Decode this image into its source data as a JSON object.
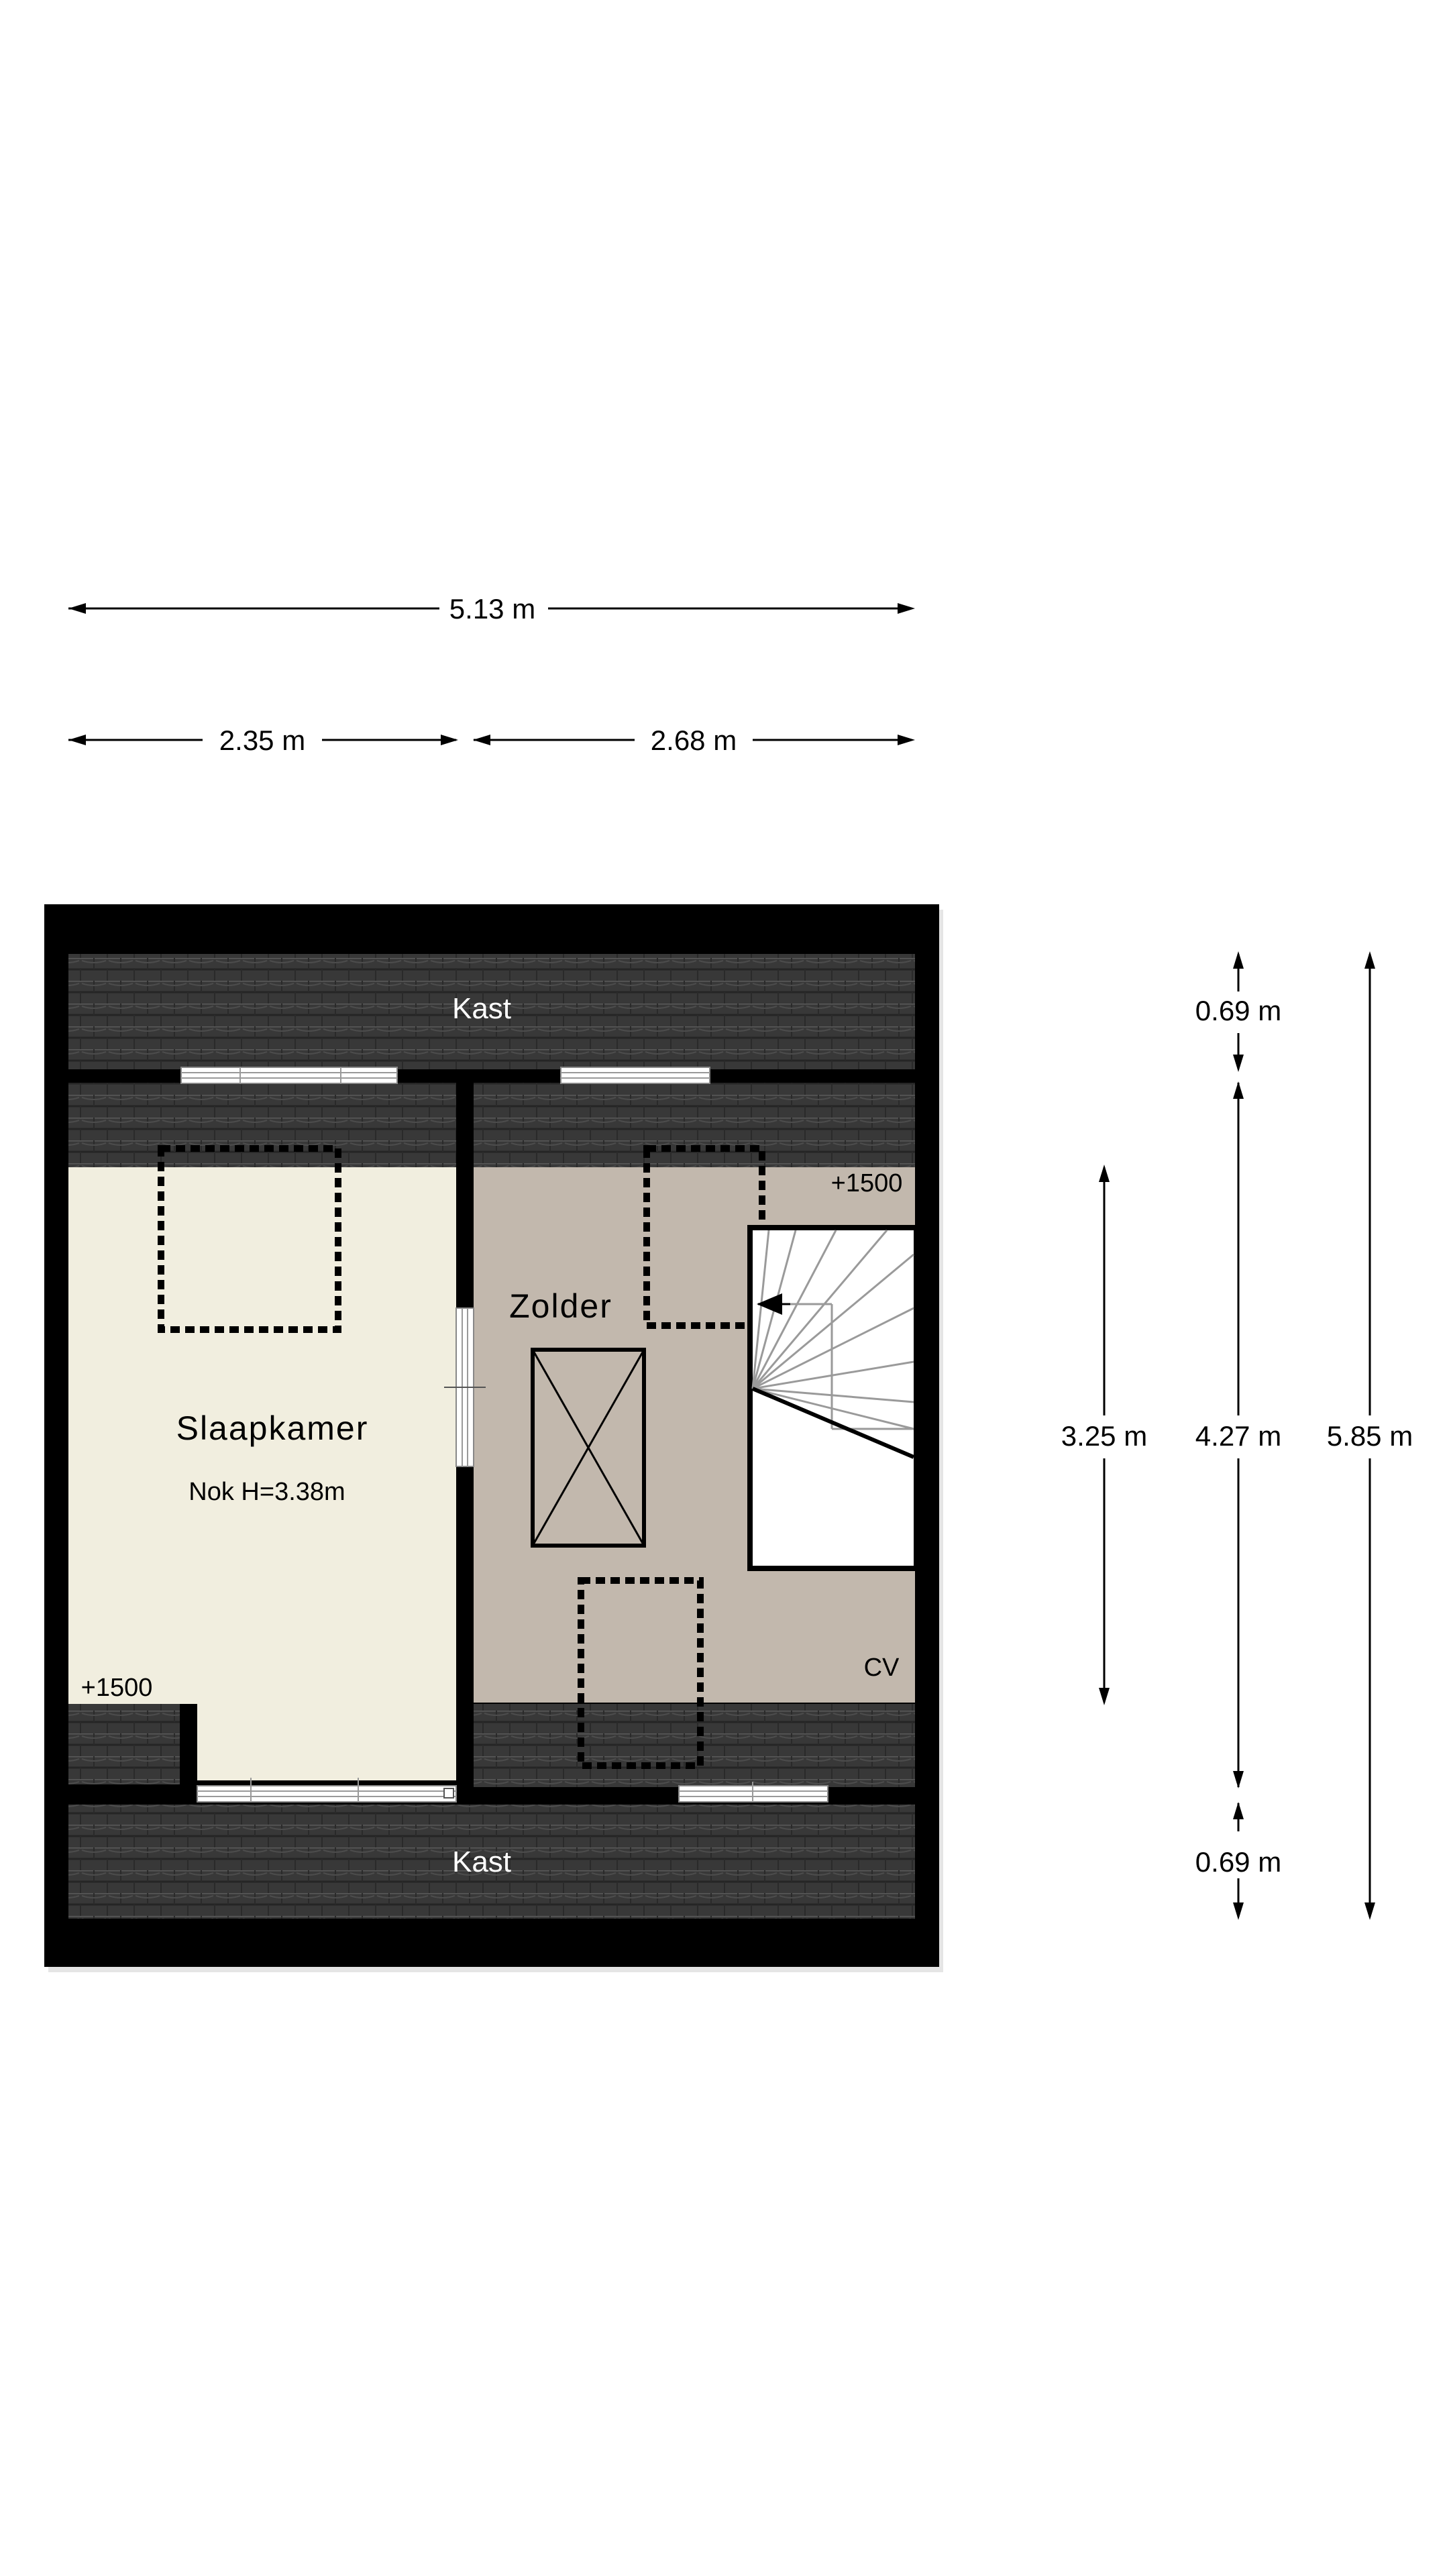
{
  "dimensions": {
    "total_width": "5.13 m",
    "left_width": "2.35 m",
    "right_width": "2.68 m",
    "top_depth": "0.69 m",
    "bottom_depth": "0.69 m",
    "zolder_height": "3.25 m",
    "middle_depth": "4.27 m",
    "total_depth": "5.85 m"
  },
  "rooms": {
    "kast_top": "Kast",
    "kast_bottom": "Kast",
    "slaapkamer": "Slaapkamer",
    "nok": "Nok H=3.38m",
    "zolder": "Zolder",
    "cv": "CV",
    "height_mark_right": "+1500",
    "height_mark_left": "+1500"
  },
  "colors": {
    "wall": "#000000",
    "roof_tile": "#3a3a3a",
    "slaapkamer_floor": "#f1eedf",
    "zolder_floor": "#c2b8ad",
    "stair_bg": "#ffffff"
  }
}
